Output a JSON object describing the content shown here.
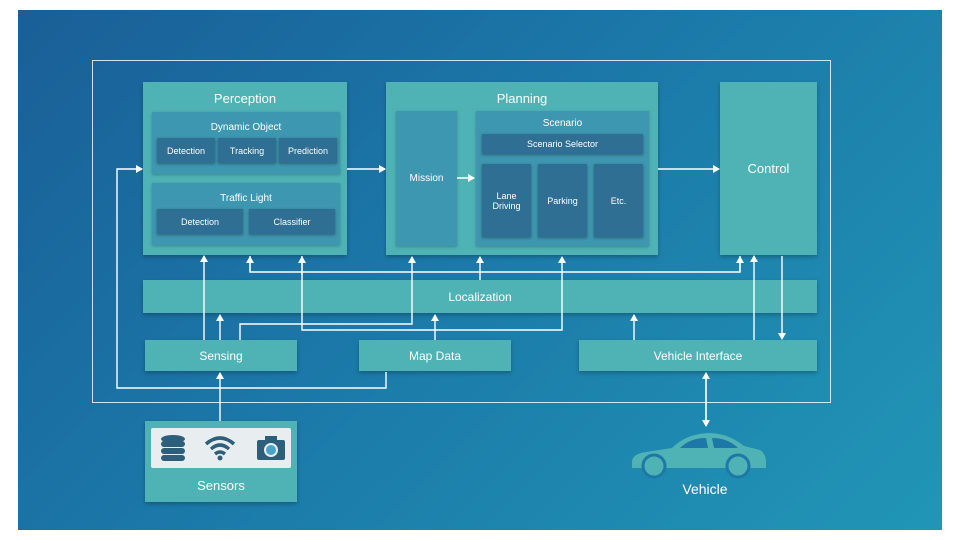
{
  "perception": {
    "title": "Perception",
    "dynamic_object": {
      "title": "Dynamic Object",
      "items": [
        "Detection",
        "Tracking",
        "Prediction"
      ]
    },
    "traffic_light": {
      "title": "Traffic Light",
      "items": [
        "Detection",
        "Classifier"
      ]
    }
  },
  "planning": {
    "title": "Planning",
    "mission": "Mission",
    "scenario": {
      "title": "Scenario",
      "selector": "Scenario Selector",
      "items": [
        "Lane Driving",
        "Parking",
        "Etc."
      ]
    }
  },
  "control": "Control",
  "localization": "Localization",
  "sensing": "Sensing",
  "map_data": "Map Data",
  "vehicle_interface": "Vehicle Interface",
  "sensors": {
    "label": "Sensors",
    "icons": [
      "database-icon",
      "wifi-icon",
      "camera-icon"
    ]
  },
  "vehicle": {
    "label": "Vehicle",
    "icon": "car-icon"
  },
  "colors": {
    "box": "#4fb3b5",
    "inner": "#3e97b0",
    "chip": "#2e6f93",
    "background": "#1b78a8"
  }
}
